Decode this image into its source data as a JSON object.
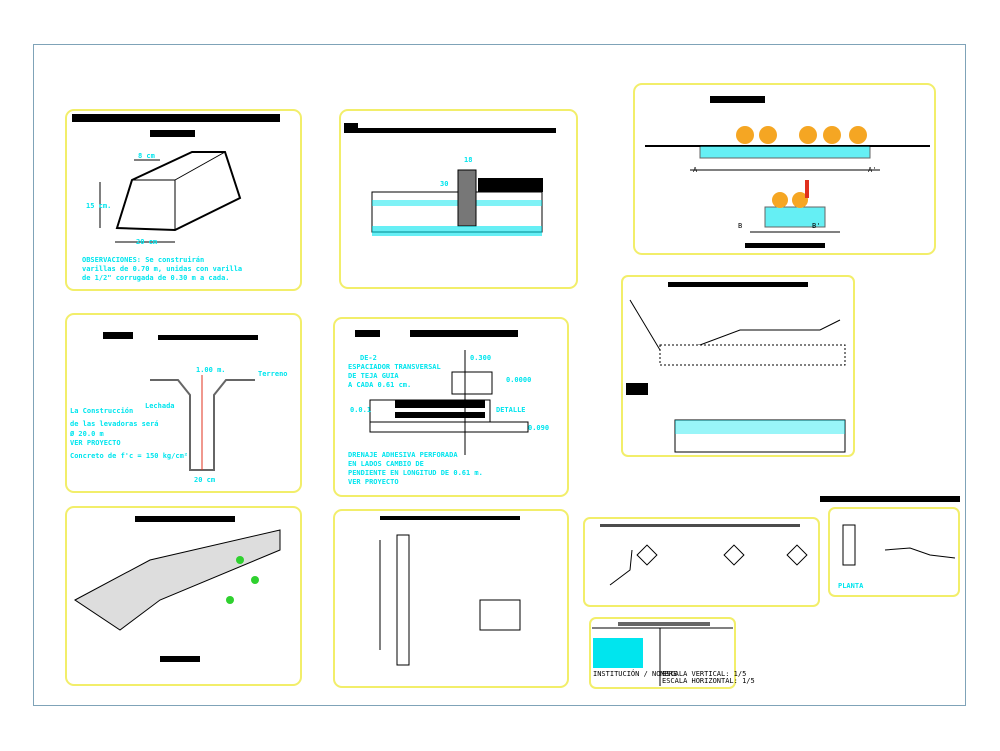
{
  "drawing": {
    "panels": [
      {
        "id": "p1",
        "dims": [
          "8 cm",
          "15 cm.",
          "20 cm"
        ],
        "note": [
          "OBSERVACIONES: Se construirán",
          "varillas de 0.70 m, unidas con varilla",
          "de 1/2\" corrugada de 0.30 m a cada."
        ]
      },
      {
        "id": "p2",
        "dims": [
          "18",
          "30"
        ]
      },
      {
        "id": "p3",
        "labels": [
          "A",
          "A'",
          "B",
          "B'"
        ]
      },
      {
        "id": "p4",
        "dims": [
          "1.00 m.",
          "20 cm"
        ],
        "labels": [
          "Terreno",
          "Lechada"
        ],
        "note": [
          "La Construcción",
          "de las levadoras será",
          "Ø 20.0 m",
          "VER PROYECTO",
          "Concreto de f'c = 150 kg/cm²"
        ]
      },
      {
        "id": "p5",
        "labels": [
          "DE-2",
          "ESPACIADOR TRANSVERSAL",
          "DE TEJA GUIA",
          "A CADA 0.61 cm.",
          "0.300",
          "0.0000",
          "0.0.1",
          "DETALLE",
          "0.090"
        ],
        "note": [
          "DRENAJE ADHESIVA PERFORADA",
          "EN LADOS CAMBIO DE",
          "PENDIENTE EN LONGITUD DE 0.61 m.",
          "VER PROYECTO"
        ]
      },
      {
        "id": "p6"
      },
      {
        "id": "p7"
      },
      {
        "id": "p8"
      },
      {
        "id": "p9"
      },
      {
        "id": "p10",
        "labels": [
          "PLANTA"
        ]
      },
      {
        "id": "title-block",
        "rows": [
          "INSTITUCIÓN / NOMBRE",
          "ESCALA VERTICAL: 1/5",
          "ESCALA HORIZONTAL: 1/5"
        ]
      }
    ],
    "colors": {
      "frame": "#f2ee6a",
      "annotation": "#00e5ee",
      "line": "#000000",
      "accent": "#e0301e",
      "fill_orange": "#f5a623",
      "plant": "#2fd12f"
    }
  }
}
